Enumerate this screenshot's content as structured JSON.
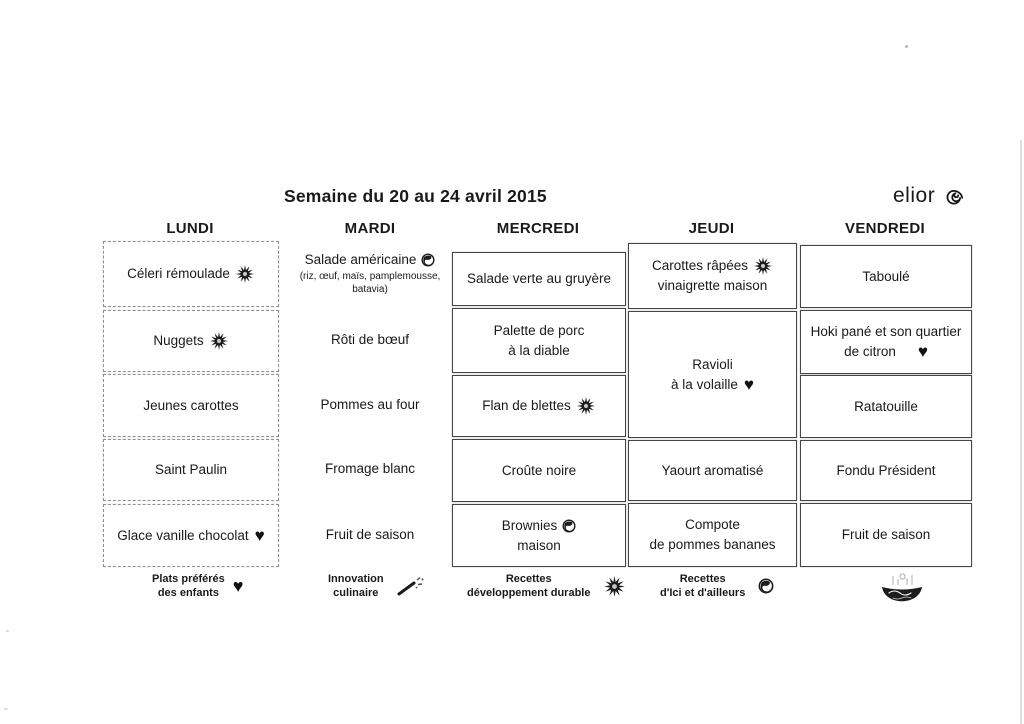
{
  "title": "Semaine du 20 au 24 avril 2015",
  "brand": {
    "name": "elior"
  },
  "icons": {
    "heart": "♥"
  },
  "columns": [
    {
      "day": "LUNDI",
      "items": [
        {
          "lines": [
            "Céleri rémoulade"
          ],
          "icon": "sun"
        },
        {
          "lines": [
            "Nuggets"
          ],
          "icon": "sun"
        },
        {
          "lines": [
            "Jeunes carottes"
          ]
        },
        {
          "lines": [
            "Saint Paulin"
          ]
        },
        {
          "lines": [
            "Glace vanille chocolat"
          ],
          "icon": "heart"
        }
      ]
    },
    {
      "day": "MARDI",
      "items": [
        {
          "lines": [
            "Salade américaine"
          ],
          "icon": "globe",
          "sub": "(riz, œuf, maïs, pamplemousse, batavia)"
        },
        {
          "lines": [
            "Rôti de bœuf"
          ]
        },
        {
          "lines": [
            "Pommes au four"
          ]
        },
        {
          "lines": [
            "Fromage blanc"
          ]
        },
        {
          "lines": [
            "Fruit de saison"
          ]
        }
      ]
    },
    {
      "day": "MERCREDI",
      "items": [
        {
          "lines": [
            "Salade verte au gruyère"
          ]
        },
        {
          "lines": [
            "Palette de porc",
            "à la diable"
          ]
        },
        {
          "lines": [
            "Flan de blettes"
          ],
          "icon": "sun"
        },
        {
          "lines": [
            "Croûte noire"
          ]
        },
        {
          "lines": [
            "Brownies",
            "maison"
          ],
          "icon": "globe"
        }
      ]
    },
    {
      "day": "JEUDI",
      "items": [
        {
          "lines": [
            "Carottes râpées",
            "vinaigrette maison"
          ],
          "icon": "sun"
        },
        {
          "lines": [
            "Ravioli",
            "à la volaille"
          ],
          "icon": "heart"
        },
        {
          "lines": [
            "Yaourt aromatisé"
          ]
        },
        {
          "lines": [
            "Compote",
            "de pommes bananes"
          ]
        }
      ]
    },
    {
      "day": "VENDREDI",
      "items": [
        {
          "lines": [
            "Taboulé"
          ]
        },
        {
          "lines": [
            "Hoki pané et son quartier",
            "de citron"
          ],
          "icon": "heart"
        },
        {
          "lines": [
            "Ratatouille"
          ]
        },
        {
          "lines": [
            "Fondu Président"
          ]
        },
        {
          "lines": [
            "Fruit de saison"
          ]
        }
      ]
    }
  ],
  "legend": [
    {
      "lines": [
        "Plats préférés",
        "des enfants"
      ],
      "icon": "heart"
    },
    {
      "lines": [
        "Innovation",
        "culinaire"
      ],
      "icon": "wand"
    },
    {
      "lines": [
        "Recettes",
        "développement durable"
      ],
      "icon": "sun"
    },
    {
      "lines": [
        "Recettes",
        "d'Ici et d'ailleurs"
      ],
      "icon": "globe"
    }
  ],
  "colors": {
    "ink": "#1a1a1a",
    "border_dark": "#454545",
    "border_light": "#8f8f8f",
    "artifact": "#cdcdcd"
  }
}
